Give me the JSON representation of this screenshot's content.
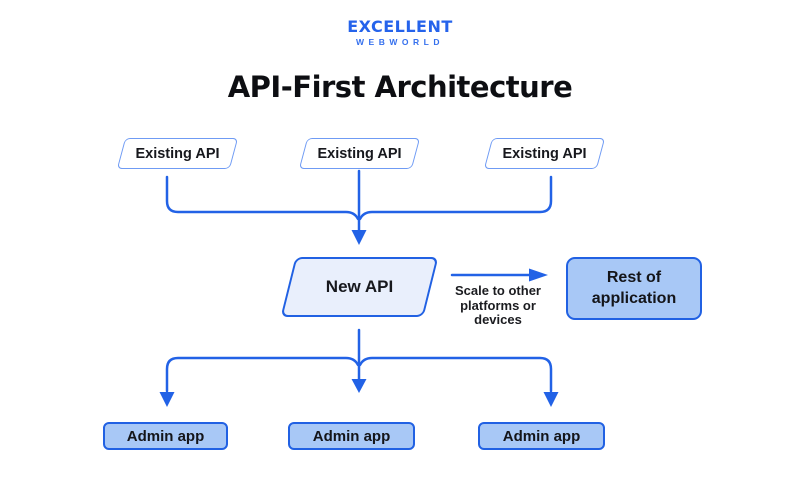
{
  "brand": {
    "line1": "EXCELLENT",
    "line2": "WEBWORLD"
  },
  "title": "API-First Architecture",
  "diagram": {
    "existing_apis": [
      {
        "label": "Existing API"
      },
      {
        "label": "Existing API"
      },
      {
        "label": "Existing API"
      }
    ],
    "new_api": {
      "label": "New API"
    },
    "scale_note": "Scale to other platforms or devices",
    "rest_of_application": {
      "label": "Rest of application"
    },
    "admin_apps": [
      {
        "label": "Admin app"
      },
      {
        "label": "Admin app"
      },
      {
        "label": "Admin app"
      }
    ]
  },
  "colors": {
    "accent_blue": "#2262e6",
    "node_border_blue": "#2161e3",
    "light_node_border": "#6f9bf4",
    "node_fill_medium": "#a8c8f6",
    "node_fill_light": "#e9effc",
    "brand_blue": "#2563eb",
    "text": "#111216"
  }
}
